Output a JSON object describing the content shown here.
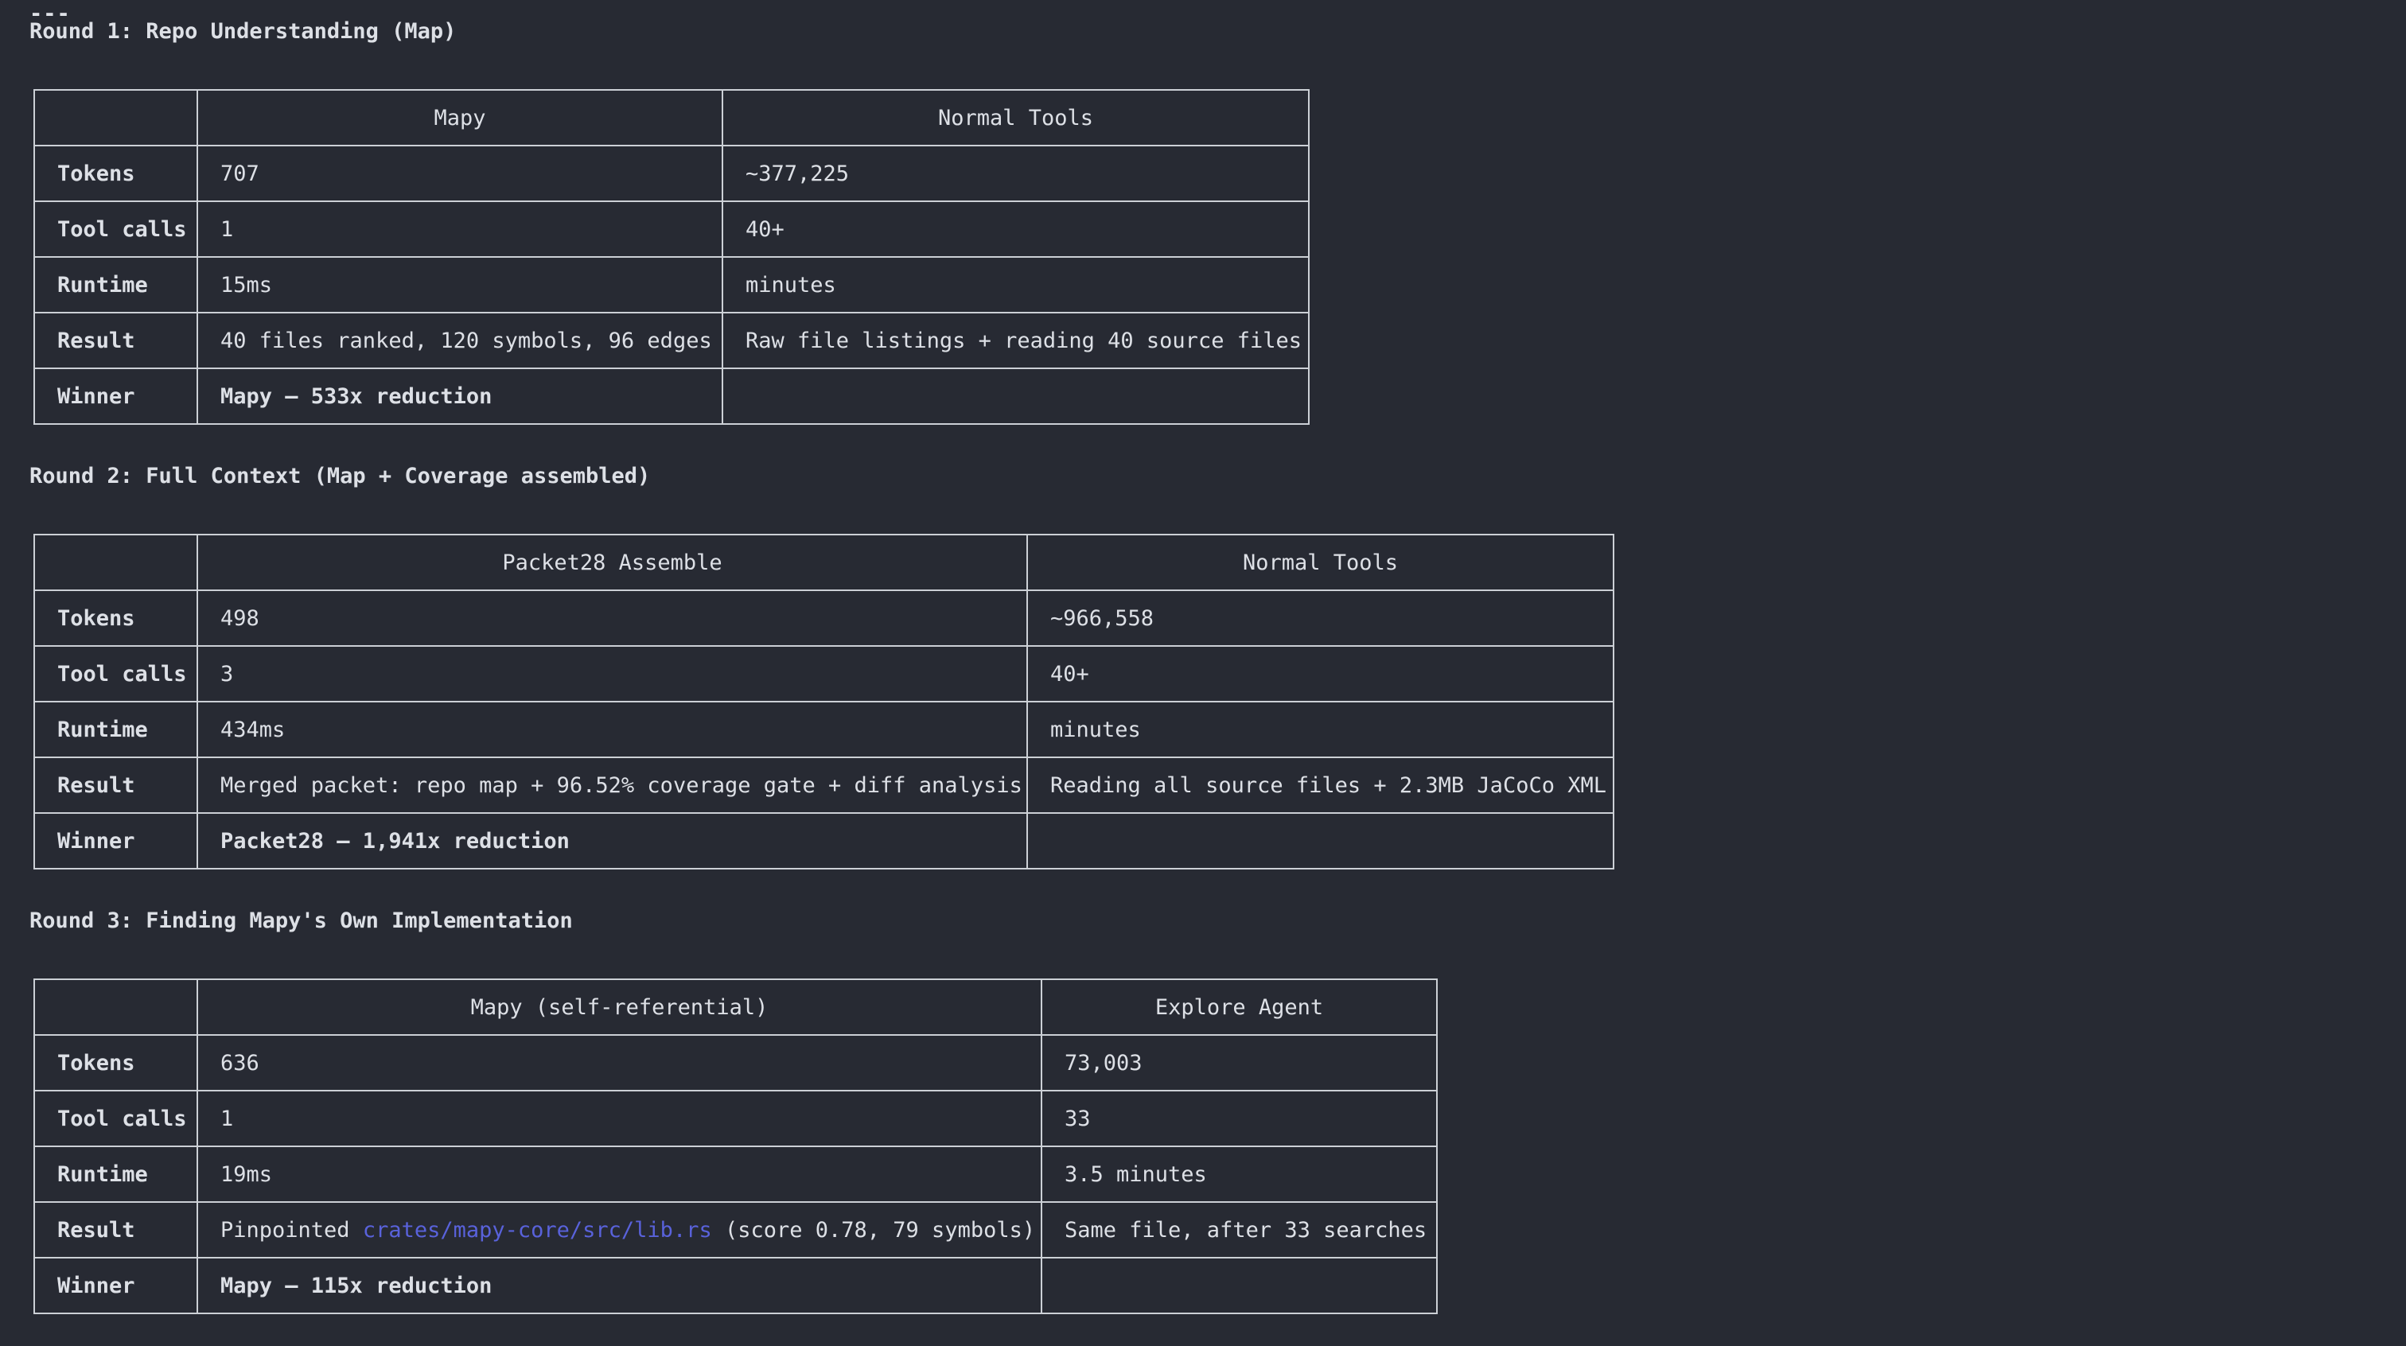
{
  "colors": {
    "background": "#272a33",
    "text": "#dde0e6",
    "border": "#ccd0d6",
    "link": "#5962db"
  },
  "page": {
    "separator": "---"
  },
  "rounds": [
    {
      "heading": "Round 1: Repo Understanding (Map)",
      "columns": [
        "",
        "Mapy",
        "Normal Tools"
      ],
      "rows": [
        {
          "label": "Tokens",
          "col1": "707",
          "col2": "~377,225"
        },
        {
          "label": "Tool calls",
          "col1": "1",
          "col2": "40+"
        },
        {
          "label": "Runtime",
          "col1": "15ms",
          "col2": "minutes"
        },
        {
          "label": "Result",
          "col1": "40 files ranked, 120 symbols, 96 edges",
          "col2": "Raw file listings + reading 40 source files"
        },
        {
          "label": "Winner",
          "col1": "Mapy — 533x reduction",
          "col2": ""
        }
      ]
    },
    {
      "heading": "Round 2: Full Context (Map + Coverage assembled)",
      "columns": [
        "",
        "Packet28 Assemble",
        "Normal Tools"
      ],
      "rows": [
        {
          "label": "Tokens",
          "col1": "498",
          "col2": "~966,558"
        },
        {
          "label": "Tool calls",
          "col1": "3",
          "col2": "40+"
        },
        {
          "label": "Runtime",
          "col1": "434ms",
          "col2": "minutes"
        },
        {
          "label": "Result",
          "col1": "Merged packet: repo map + 96.52% coverage gate + diff analysis",
          "col2": "Reading all source files + 2.3MB JaCoCo XML"
        },
        {
          "label": "Winner",
          "col1": "Packet28 — 1,941x reduction",
          "col2": ""
        }
      ]
    },
    {
      "heading": "Round 3: Finding Mapy's Own Implementation",
      "columns": [
        "",
        "Mapy (self-referential)",
        "Explore Agent"
      ],
      "rows": [
        {
          "label": "Tokens",
          "col1": "636",
          "col2": "73,003"
        },
        {
          "label": "Tool calls",
          "col1": "1",
          "col2": "33"
        },
        {
          "label": "Runtime",
          "col1": "19ms",
          "col2": "3.5 minutes"
        },
        {
          "label": "Result",
          "col1_prefix": "Pinpointed ",
          "col1_link": "crates/mapy-core/src/lib.rs",
          "col1_suffix": " (score 0.78, 79 symbols)",
          "col2": "Same file, after 33 searches"
        },
        {
          "label": "Winner",
          "col1": "Mapy — 115x reduction",
          "col2": ""
        }
      ]
    }
  ]
}
